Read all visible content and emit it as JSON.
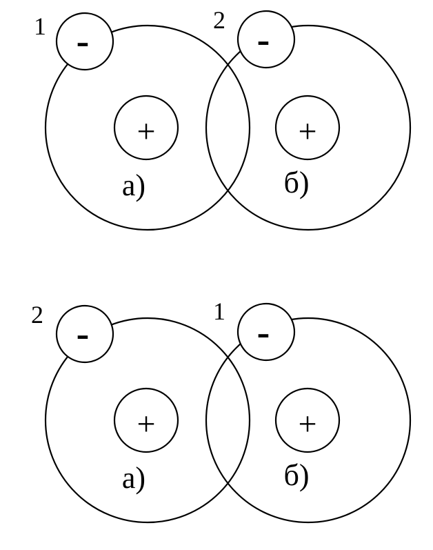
{
  "colors": {
    "line": "#000000",
    "background": "#ffffff"
  },
  "panels": [
    {
      "atoms": [
        {
          "label": "а)",
          "nucleus_sign": "+",
          "electron_sign": "-",
          "electron_number": "1"
        },
        {
          "label": "б)",
          "nucleus_sign": "+",
          "electron_sign": "-",
          "electron_number": "2"
        }
      ]
    },
    {
      "atoms": [
        {
          "label": "а)",
          "nucleus_sign": "+",
          "electron_sign": "-",
          "electron_number": "2"
        },
        {
          "label": "б)",
          "nucleus_sign": "+",
          "electron_sign": "-",
          "electron_number": "1"
        }
      ]
    }
  ]
}
